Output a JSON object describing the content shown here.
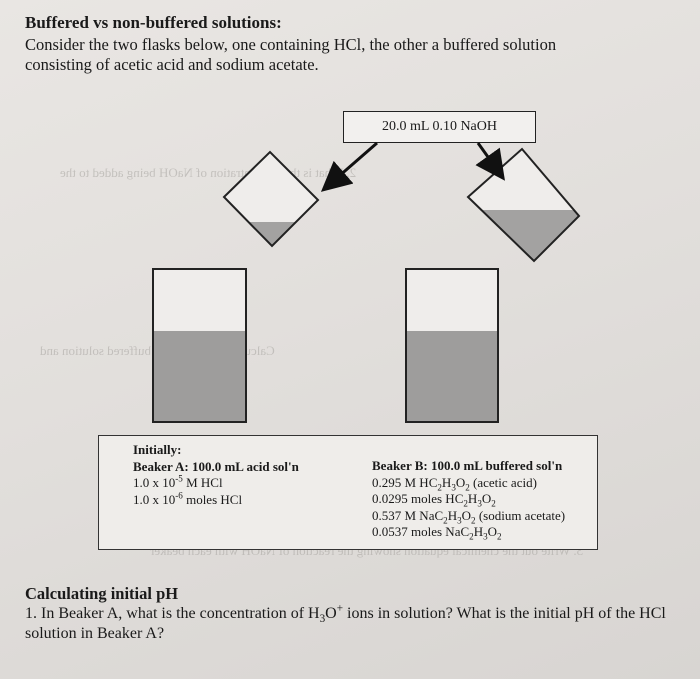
{
  "header": {
    "title": "Buffered vs non-buffered solutions:",
    "intro": "Consider the two flasks below, one containing HCl, the other a buffered solution consisting of acetic acid and sodium acetate."
  },
  "diagram": {
    "titration_label": "20.0 mL 0.10 NaOH"
  },
  "info": {
    "initially": "Initially:",
    "beaker_a": {
      "heading": "Beaker A: 100.0 mL acid sol'n",
      "conc_prefix": "1.0 x 10",
      "conc_exp": "-5",
      "conc_suffix": " M HCl",
      "moles_prefix": "1.0 x 10",
      "moles_exp": "-6",
      "moles_suffix": " moles HCl"
    },
    "beaker_b": {
      "heading": "Beaker B:  100.0 mL buffered sol'n",
      "line1_text": "0.295 M HC",
      "line1_tail": " (acetic acid)",
      "line2_text": "0.0295 moles HC",
      "line3_text": "0.537 M NaC",
      "line3_tail": " (sodium acetate)",
      "line4_text": "0.0537 moles NaC"
    }
  },
  "question": {
    "heading": "Calculating initial pH",
    "q1_a": "1. In Beaker A, what is the concentration of H",
    "q1_b": " ions in solution? What is the initial pH of the HCl solution in Beaker A?"
  },
  "bleed_through": {
    "line1": "2. What is the concentration of NaOH being added to the",
    "line2": "Calculate the pH of the buffered solution and",
    "line3": "3. Write out the chemical equation showing the reaction of NaOH with each beaker"
  }
}
